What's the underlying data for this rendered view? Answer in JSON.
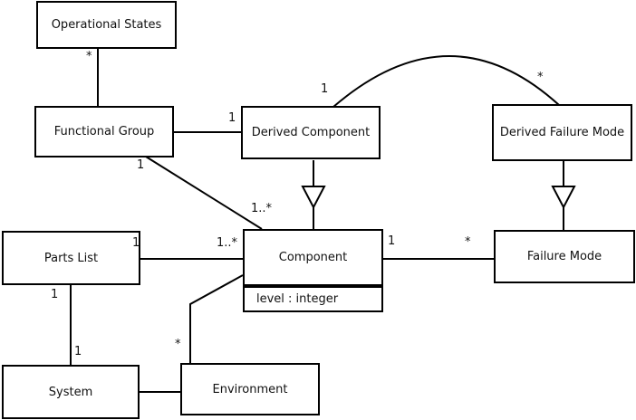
{
  "diagram": {
    "type": "uml-class-diagram",
    "classes": [
      {
        "name": "Operational States"
      },
      {
        "name": "Functional Group"
      },
      {
        "name": "Derived Component"
      },
      {
        "name": "Derived Failure Mode"
      },
      {
        "name": "Parts List"
      },
      {
        "name": "Component",
        "attributes": [
          "level : integer"
        ]
      },
      {
        "name": "Failure Mode"
      },
      {
        "name": "System"
      },
      {
        "name": "Environment"
      }
    ],
    "relations": [
      {
        "from": "Operational States",
        "to": "Functional Group",
        "type": "association",
        "from_mult": "*"
      },
      {
        "from": "Derived Component",
        "to": "Functional Group",
        "type": "association",
        "from_mult": "1"
      },
      {
        "from": "Derived Component",
        "to": "Derived Failure Mode",
        "type": "association",
        "from_mult": "1",
        "to_mult": "*"
      },
      {
        "from": "Derived Component",
        "to": "Component",
        "type": "generalization"
      },
      {
        "from": "Derived Failure Mode",
        "to": "Failure Mode",
        "type": "generalization"
      },
      {
        "from": "Functional Group",
        "to": "Component",
        "type": "association",
        "from_mult": "1",
        "to_mult": "1..*"
      },
      {
        "from": "Parts List",
        "to": "Component",
        "type": "association",
        "from_mult": "1",
        "to_mult": "1..*"
      },
      {
        "from": "Component",
        "to": "Failure Mode",
        "type": "association",
        "from_mult": "1",
        "to_mult": "*"
      },
      {
        "from": "Parts List",
        "to": "System",
        "type": "association",
        "from_mult": "1",
        "to_mult": "1"
      },
      {
        "from": "System",
        "to": "Environment",
        "type": "association"
      },
      {
        "from": "Environment",
        "to": "Component",
        "type": "association",
        "from_mult": "*"
      }
    ],
    "colors": {
      "background": "#ffffff",
      "node_fill": "#ffffff",
      "line": "#000000",
      "text": "#111111"
    }
  }
}
